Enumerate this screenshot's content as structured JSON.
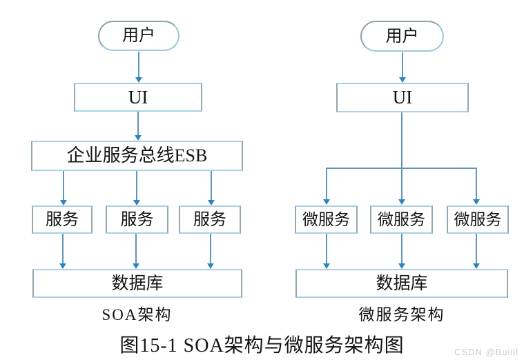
{
  "figure": {
    "caption": "图15-1 SOA架构与微服务架构图",
    "watermark": "CSDN @Buiiil"
  },
  "soa": {
    "user": "用户",
    "ui": "UI",
    "esb": "企业服务总线ESB",
    "services": [
      "服务",
      "服务",
      "服务"
    ],
    "database": "数据库",
    "title": "SOA架构"
  },
  "micro": {
    "user": "用户",
    "ui": "UI",
    "services": [
      "微服务",
      "微服务",
      "微服务"
    ],
    "database": "数据库",
    "title": "微服务架构"
  },
  "colors": {
    "arrow_stem": "#5f94bb",
    "arrow_head": "#2e84bc",
    "box_border_blue": "#a9d0e3",
    "box_border_gray": "#98a6ae",
    "text": "#141414",
    "watermark": "#cbcbcb"
  }
}
